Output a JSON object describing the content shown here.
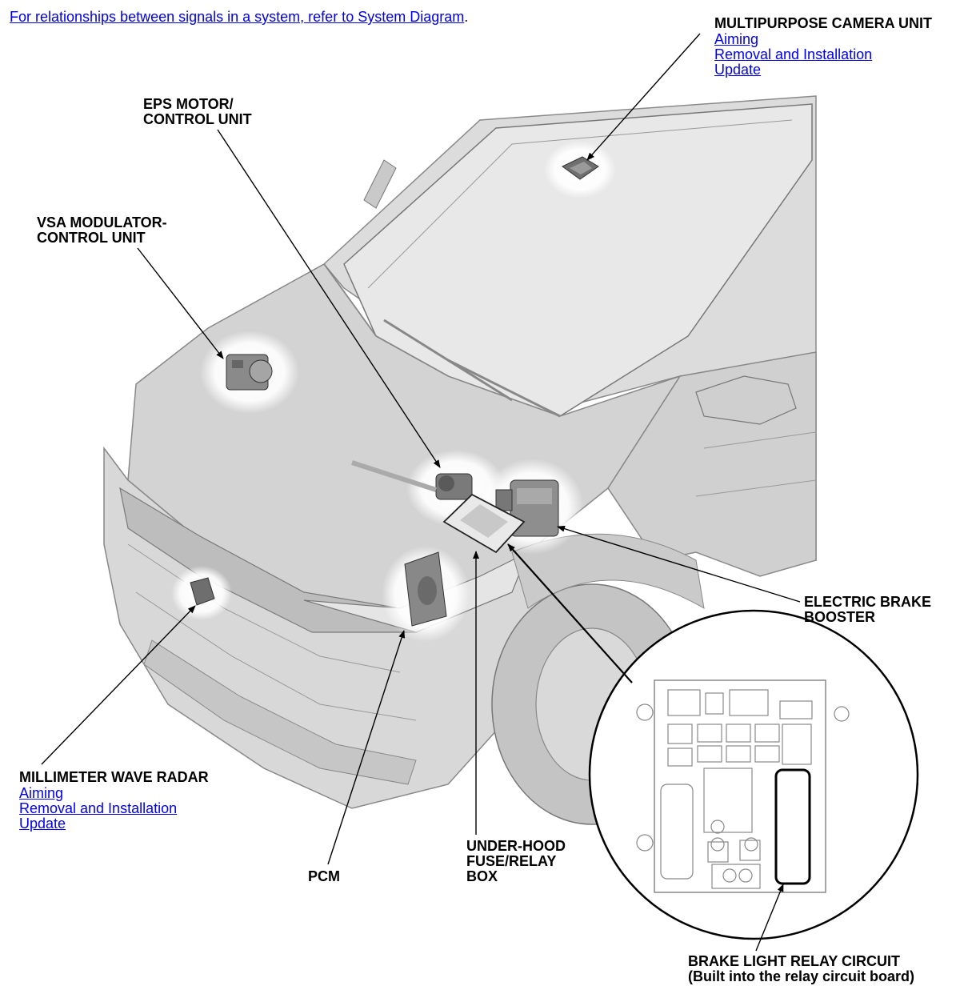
{
  "intro": {
    "link_text": "For relationships between signals in a system, refer to System Diagram",
    "period": "."
  },
  "labels": {
    "camera": {
      "line1": "MULTIPURPOSE CAMERA UNIT",
      "links": [
        "Aiming",
        "Removal and Installation",
        "Update"
      ]
    },
    "eps": {
      "line1": "EPS MOTOR/",
      "line2": "CONTROL UNIT"
    },
    "vsa": {
      "line1": "VSA MODULATOR-",
      "line2": "CONTROL UNIT"
    },
    "brake_booster": {
      "line1": "ELECTRIC BRAKE",
      "line2": "BOOSTER"
    },
    "radar": {
      "line1": "MILLIMETER WAVE RADAR",
      "links": [
        "Aiming",
        "Removal and Installation",
        "Update"
      ]
    },
    "pcm": {
      "line1": "PCM"
    },
    "fuse_box": {
      "line1": "UNDER-HOOD",
      "line2": "FUSE/RELAY",
      "line3": "BOX"
    },
    "relay_circuit": {
      "line1": "BRAKE LIGHT RELAY CIRCUIT",
      "line2": "(Built into the relay circuit board)"
    }
  }
}
